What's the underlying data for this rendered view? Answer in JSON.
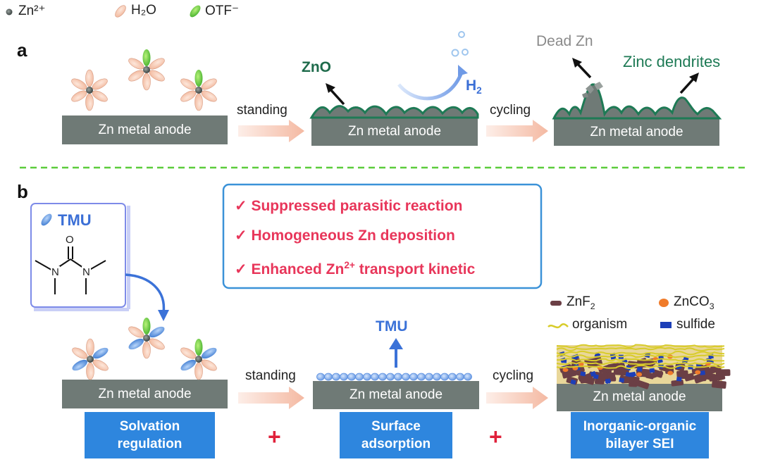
{
  "legend": [
    {
      "label": "Zn²⁺",
      "icon": "zn-ion-icon"
    },
    {
      "label": "H₂O",
      "icon": "water-molecule-icon"
    },
    {
      "label": "OTF⁻",
      "icon": "otf-anion-icon"
    }
  ],
  "panel_a": {
    "letter": "a",
    "anode_label": "Zn metal anode",
    "standing_label": "standing",
    "cycling_label": "cycling",
    "zno_label": "ZnO",
    "h2_label": "H",
    "h2_sub": "2",
    "dead_zn_label": "Dead Zn",
    "dendrites_label": "Zinc dendrites"
  },
  "panel_b": {
    "letter": "b",
    "tmu_label": "TMU",
    "tmu_arrow_label": "TMU",
    "oxygen_label": "O",
    "nitrogen_label": "N",
    "anode_label": "Zn metal anode",
    "standing_label": "standing",
    "cycling_label": "cycling",
    "benefits": [
      {
        "check": "✓",
        "pre": "Suppressed parasitic reaction",
        "sup": "",
        "post": ""
      },
      {
        "check": "✓",
        "pre": "Homogeneous Zn deposition",
        "sup": "",
        "post": ""
      },
      {
        "check": "✓",
        "pre": "Enhanced Zn",
        "sup": "2+",
        "post": " transport kinetic"
      }
    ],
    "sei_legend": {
      "znf2": "ZnF",
      "znf2_sub": "2",
      "znco3": "ZnCO",
      "znco3_sub": "3",
      "organism": "organism",
      "sulfide": "sulfide"
    },
    "boxes": [
      {
        "line1": "Solvation",
        "line2": "regulation"
      },
      {
        "line1": "Surface",
        "line2": "adsorption"
      },
      {
        "line1": "Inorganic-organic",
        "line2": "bilayer SEI"
      }
    ],
    "plus": "+"
  },
  "colors": {
    "anode": "#6f7a76",
    "arrow": "#f6c7b4",
    "green": "#1e7a55",
    "dash": "#5ccc3c",
    "tmu_blue": "#3b6fd6",
    "benefit_red": "#e8365a",
    "box_blue": "#2e86de",
    "plus_red": "#e0203a",
    "znf2": "#6b3f45",
    "znco3": "#f07b2a",
    "organism": "#d8cc2a",
    "sulfide": "#1d3fb8"
  }
}
